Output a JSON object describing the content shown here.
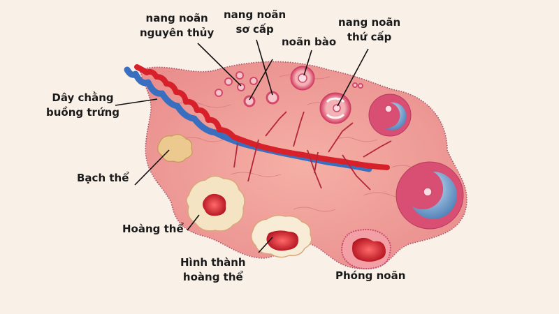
{
  "diagram": {
    "background": "#f9f0e8",
    "colors": {
      "ovary_tissue": "#f0a199",
      "ovary_border": "#b65a6a",
      "artery": "#d8202a",
      "vein": "#3a6fc0",
      "follicle_cells": "#d94a6a",
      "antrum_fluid": "#6f9cc9",
      "corpus_luteum": "#f3e2bf",
      "corpus_albicans": "#e9c98f",
      "rupture_cavity": "#c51b2a"
    },
    "labels": {
      "primordial_follicle": [
        "nang noãn",
        "nguyên thủy"
      ],
      "primary_follicle": [
        "nang noãn",
        "sơ cấp"
      ],
      "oocyte": [
        "noãn bào"
      ],
      "secondary_follicle": [
        "nang noãn",
        "thứ cấp"
      ],
      "ovarian_ligament": [
        "Dây chằng",
        "buồng trứng"
      ],
      "corpus_albicans": [
        "Bạch thể"
      ],
      "corpus_luteum": [
        "Hoàng thể"
      ],
      "forming_corpus_luteum": [
        "Hình thành",
        "hoàng thể"
      ],
      "ovulation": [
        "Phóng noãn"
      ]
    }
  }
}
